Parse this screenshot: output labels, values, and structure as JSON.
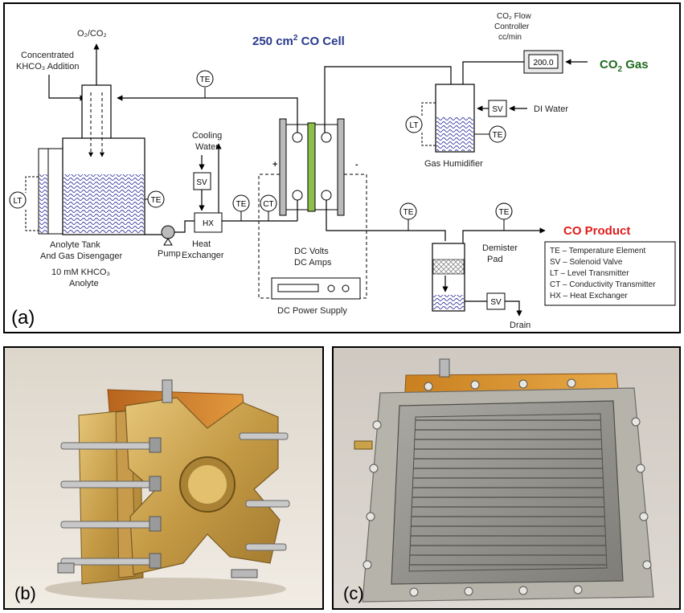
{
  "panels": {
    "a": {
      "tag": "(a)",
      "title": "250 cm",
      "title_sup": "2",
      "title_tail": " CO Cell",
      "labels": {
        "o2co2": "O₂/CO₂",
        "conc_1": "Concentrated",
        "conc_2": "KHCO₃ Addition",
        "cooling_1": "Cooling",
        "cooling_2": "Water",
        "flow_1": "CO₂ Flow",
        "flow_2": "Controller",
        "flow_3": "cc/min",
        "flow_value": "200.0",
        "co2_gas": "CO₂ Gas",
        "di_water": "DI Water",
        "gas_humidifier": "Gas Humidifier",
        "anolyte_1": "Anolyte Tank",
        "anolyte_2": "And Gas Disengager",
        "anolyte_3": "10 mM KHCO₃",
        "anolyte_4": "Anolyte",
        "pump": "Pump",
        "heat_1": "Heat",
        "heat_2": "Exchanger",
        "dc_1": "DC Volts",
        "dc_2": "DC Amps",
        "dc_supply": "DC Power Supply",
        "plus": "+",
        "minus": "-",
        "co_product": "CO Product",
        "demister_1": "Demister",
        "demister_2": "Pad",
        "drain": "Drain"
      },
      "instruments": {
        "te": "TE",
        "lt": "LT",
        "ct": "CT",
        "sv": "SV",
        "hx": "HX"
      },
      "legend": [
        "TE – Temperature Element",
        "SV – Solenoid Valve",
        "LT – Level Transmitter",
        "CT – Conductivity Transmitter",
        "HX – Heat Exchanger"
      ]
    },
    "b": {
      "tag": "(b)"
    },
    "c": {
      "tag": "(c)"
    }
  },
  "colors": {
    "electrolyte_fill": "#3a3aa0",
    "membrane": "#8fbf4a",
    "brass": "#c9a24a",
    "copper": "#d9912e",
    "steel": "#9c9c96",
    "title_blue": "#2a3a8c",
    "co2_green": "#1f6b1f",
    "co_red": "#e01b1b"
  }
}
